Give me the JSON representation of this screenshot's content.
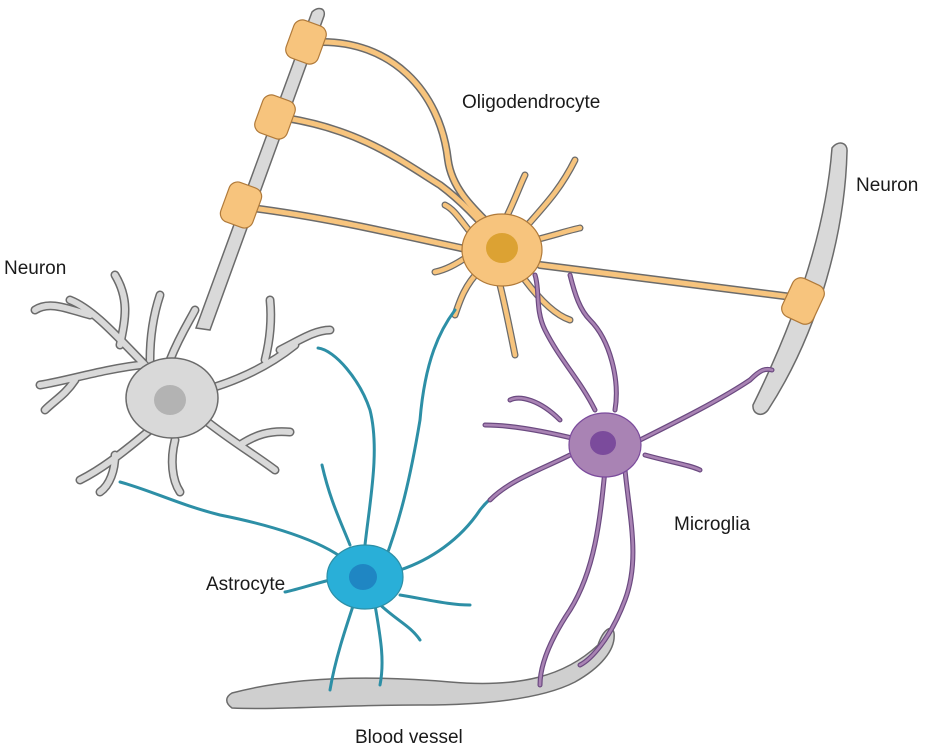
{
  "labels": {
    "oligodendrocyte": "Oligodendrocyte",
    "neuron_left": "Neuron",
    "neuron_right": "Neuron",
    "astrocyte": "Astrocyte",
    "microglia": "Microglia",
    "blood_vessel": "Blood vessel"
  },
  "colors": {
    "neuron_fill": "#d9d9d9",
    "neuron_nucleus": "#b3b3b3",
    "oligodendrocyte_fill": "#f7c47d",
    "oligodendrocyte_nucleus": "#dca233",
    "myelin_sheath": "#f7c47d",
    "astrocyte_fill": "#29afd8",
    "astrocyte_nucleus": "#1f86c3",
    "astrocyte_process": "#2d8fa6",
    "microglia_fill": "#a983b4",
    "microglia_nucleus": "#7b4b9c",
    "microglia_process": "#8f6aa6",
    "blood_vessel_fill": "#cfcfcf",
    "outline": "#6b6b6b"
  },
  "cells": [
    {
      "type": "neuron",
      "label": "Neuron"
    },
    {
      "type": "neuron",
      "label": "Neuron"
    },
    {
      "type": "oligodendrocyte",
      "label": "Oligodendrocyte"
    },
    {
      "type": "astrocyte",
      "label": "Astrocyte"
    },
    {
      "type": "microglia",
      "label": "Microglia"
    },
    {
      "type": "blood-vessel",
      "label": "Blood vessel"
    }
  ]
}
